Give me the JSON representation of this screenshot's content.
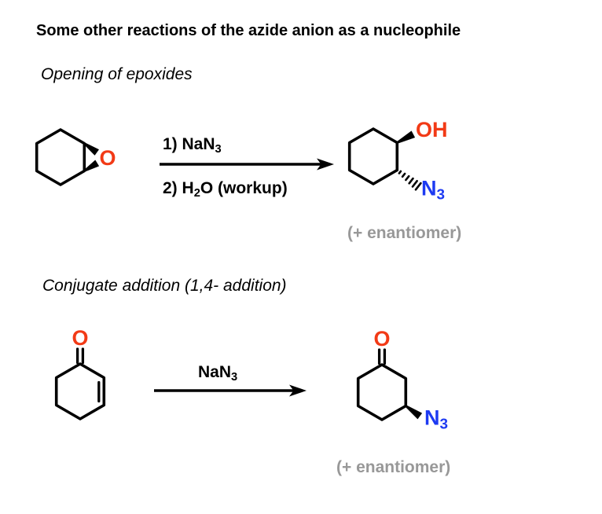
{
  "title": "Some other reactions of the azide anion as a nucleophile",
  "colors": {
    "oxygen": "#f23a16",
    "nitrogen": "#1d3af2",
    "note_gray": "#989898",
    "bond": "#000000",
    "background": "#ffffff"
  },
  "section_epoxide": {
    "heading": "Opening of epoxides",
    "reagent_line1": {
      "text": "1) NaN",
      "sub": "3"
    },
    "reagent_line2": {
      "pre": "2) H",
      "sub": "2",
      "post": "O (workup)"
    },
    "labels": {
      "epoxide_oxygen": "O",
      "hydroxyl": "OH",
      "azide_n": "N",
      "azide_sub": "3"
    },
    "note": "(+ enantiomer)"
  },
  "section_conjugate": {
    "heading": "Conjugate addition (1,4- addition)",
    "reagent": {
      "text": "NaN",
      "sub": "3"
    },
    "labels": {
      "reactant_oxygen": "O",
      "product_oxygen": "O",
      "azide_n": "N",
      "azide_sub": "3"
    },
    "note": "(+ enantiomer)"
  }
}
